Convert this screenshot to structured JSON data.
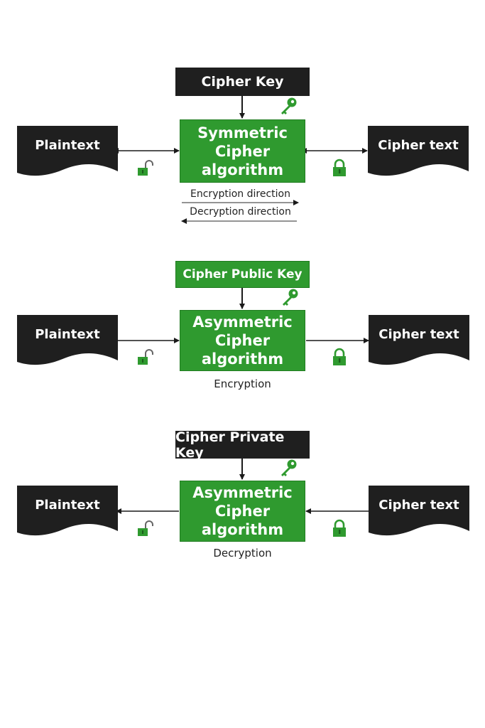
{
  "panel1": {
    "key_label": "Cipher Key",
    "algo_line1": "Symmetric",
    "algo_line2": "Cipher",
    "algo_line3": "algorithm",
    "left_doc": "Plaintext",
    "right_doc": "Cipher text",
    "encryption_direction": "Encryption direction",
    "decryption_direction": "Decryption direction"
  },
  "panel2": {
    "key_label": "Cipher Public Key",
    "algo_line1": "Asymmetric",
    "algo_line2": "Cipher",
    "algo_line3": "algorithm",
    "left_doc": "Plaintext",
    "right_doc": "Cipher text",
    "caption": "Encryption"
  },
  "panel3": {
    "key_label": "Cipher Private Key",
    "algo_line1": "Asymmetric",
    "algo_line2": "Cipher",
    "algo_line3": "algorithm",
    "left_doc": "Plaintext",
    "right_doc": "Cipher text",
    "caption": "Decryption"
  },
  "icons": {
    "key": "key-icon",
    "open_lock": "unlocked-padlock-icon",
    "closed_lock": "locked-padlock-icon"
  },
  "colors": {
    "green": "#2f9a2f",
    "dark": "#1f1f1f"
  }
}
